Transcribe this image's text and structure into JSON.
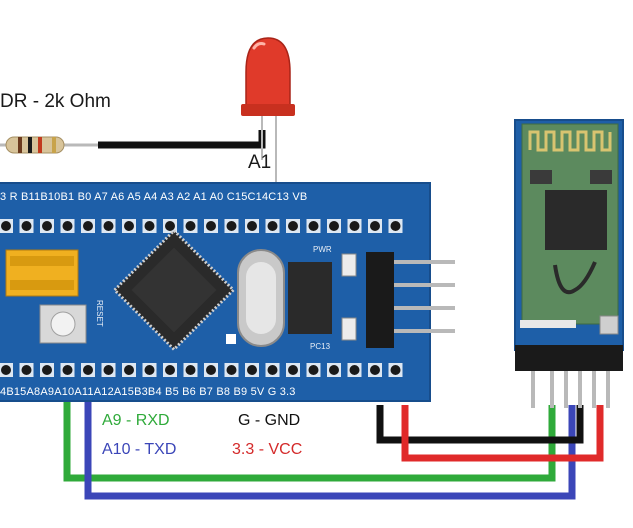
{
  "labels": {
    "resistor": "DR - 2k Ohm",
    "led_pin": "A1"
  },
  "legend": {
    "rxd": "A9   - RXD",
    "txd": "A10 - TXD",
    "gnd": "G - GND",
    "vcc": "3.3 - VCC"
  },
  "board": {
    "top_pins": "3  R  B11B10B1   B0 A7  A6  A5  A4  A3  A2   A1  A0 C15C14C13 VB",
    "bottom_pins": "4B15A8A9A10A11A12A15B3B4 B5  B6  B7 B8  B9  5V  G   3.3",
    "reset": "RESET",
    "pwr": "PWR",
    "pc13": "PC13"
  },
  "colors": {
    "board": "#1e5fa8",
    "board_dark": "#174d8c",
    "wire_black": "#111111",
    "wire_red": "#e02a2a",
    "wire_green": "#2faa3a",
    "wire_blue": "#3b46b8",
    "led": "#e03a2a"
  }
}
